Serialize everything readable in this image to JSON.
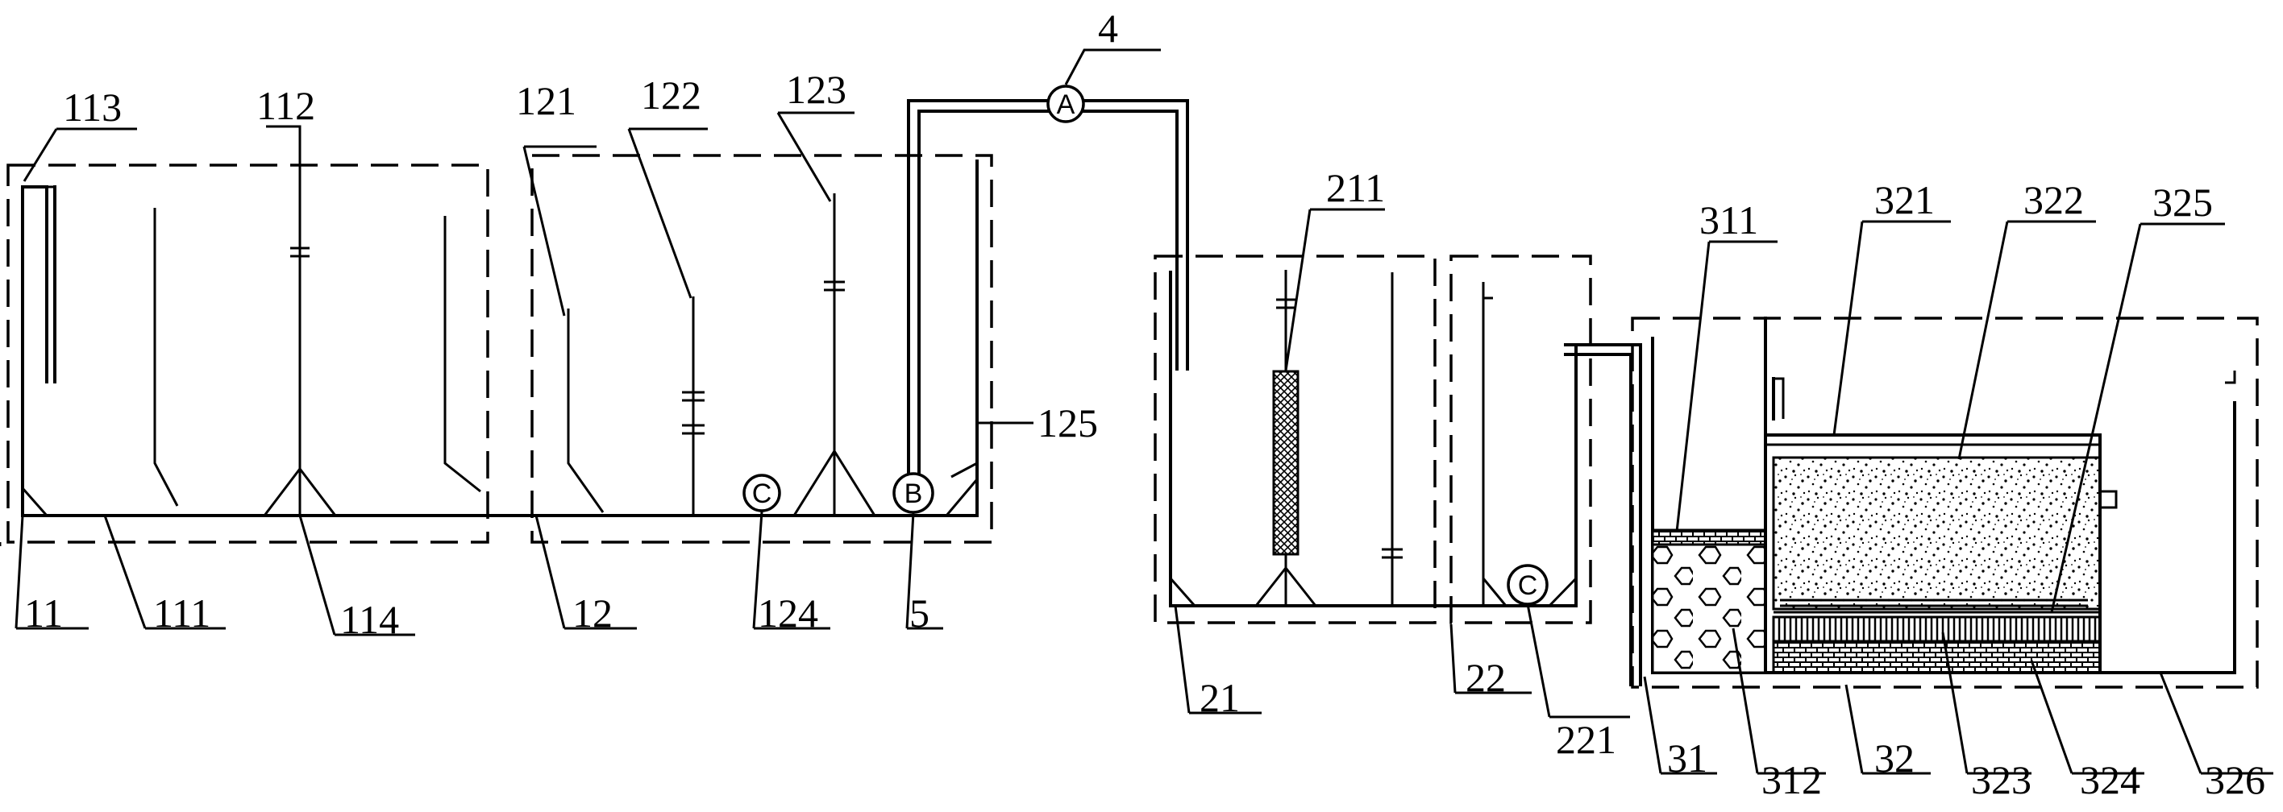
{
  "labels": {
    "l4": "4",
    "l113": "113",
    "l112": "112",
    "l121": "121",
    "l122": "122",
    "l123": "123",
    "l211": "211",
    "l311": "311",
    "l321": "321",
    "l322": "322",
    "l325": "325",
    "l125": "125",
    "l11": "11",
    "l111": "111",
    "l114": "114",
    "l12": "12",
    "l124": "124",
    "l5": "5",
    "l21": "21",
    "l22": "22",
    "l221": "221",
    "l31": "31",
    "l312": "312",
    "l32": "32",
    "l323": "323",
    "l324": "324",
    "l326": "326"
  },
  "markers": {
    "a": "A",
    "b": "B",
    "c124": "C",
    "c221": "C"
  },
  "colors": {
    "line": "#000000",
    "background": "#ffffff"
  }
}
